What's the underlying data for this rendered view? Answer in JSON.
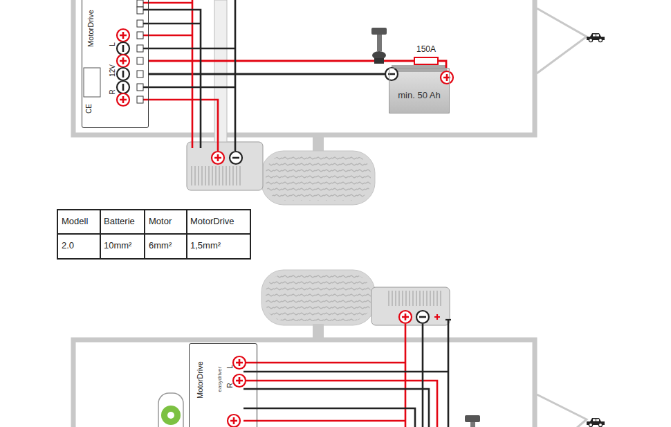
{
  "diagram": {
    "nodes": [
      {
        "text": [
          "MotorDrive"
        ]
      },
      {
        "text": [
          "150A"
        ]
      },
      {
        "text": [
          "min. 50 Ah"
        ]
      },
      {
        "text": [
          "MotorDrive"
        ]
      }
    ],
    "edges": [
      {
        "from": 0,
        "to": 1,
        "arrow": "none"
      },
      {
        "from": 1,
        "to": 2,
        "arrow": "none"
      },
      {
        "from": 0,
        "to": 2,
        "arrow": "none"
      }
    ],
    "labels": [
      "L",
      "12V",
      "R",
      "CE",
      "Modell",
      "Batterie",
      "Motor",
      "MotorDrive",
      "2.0",
      "10mm²",
      "6mm²",
      "1,5mm²",
      "easydriver",
      "L",
      "R"
    ]
  }
}
